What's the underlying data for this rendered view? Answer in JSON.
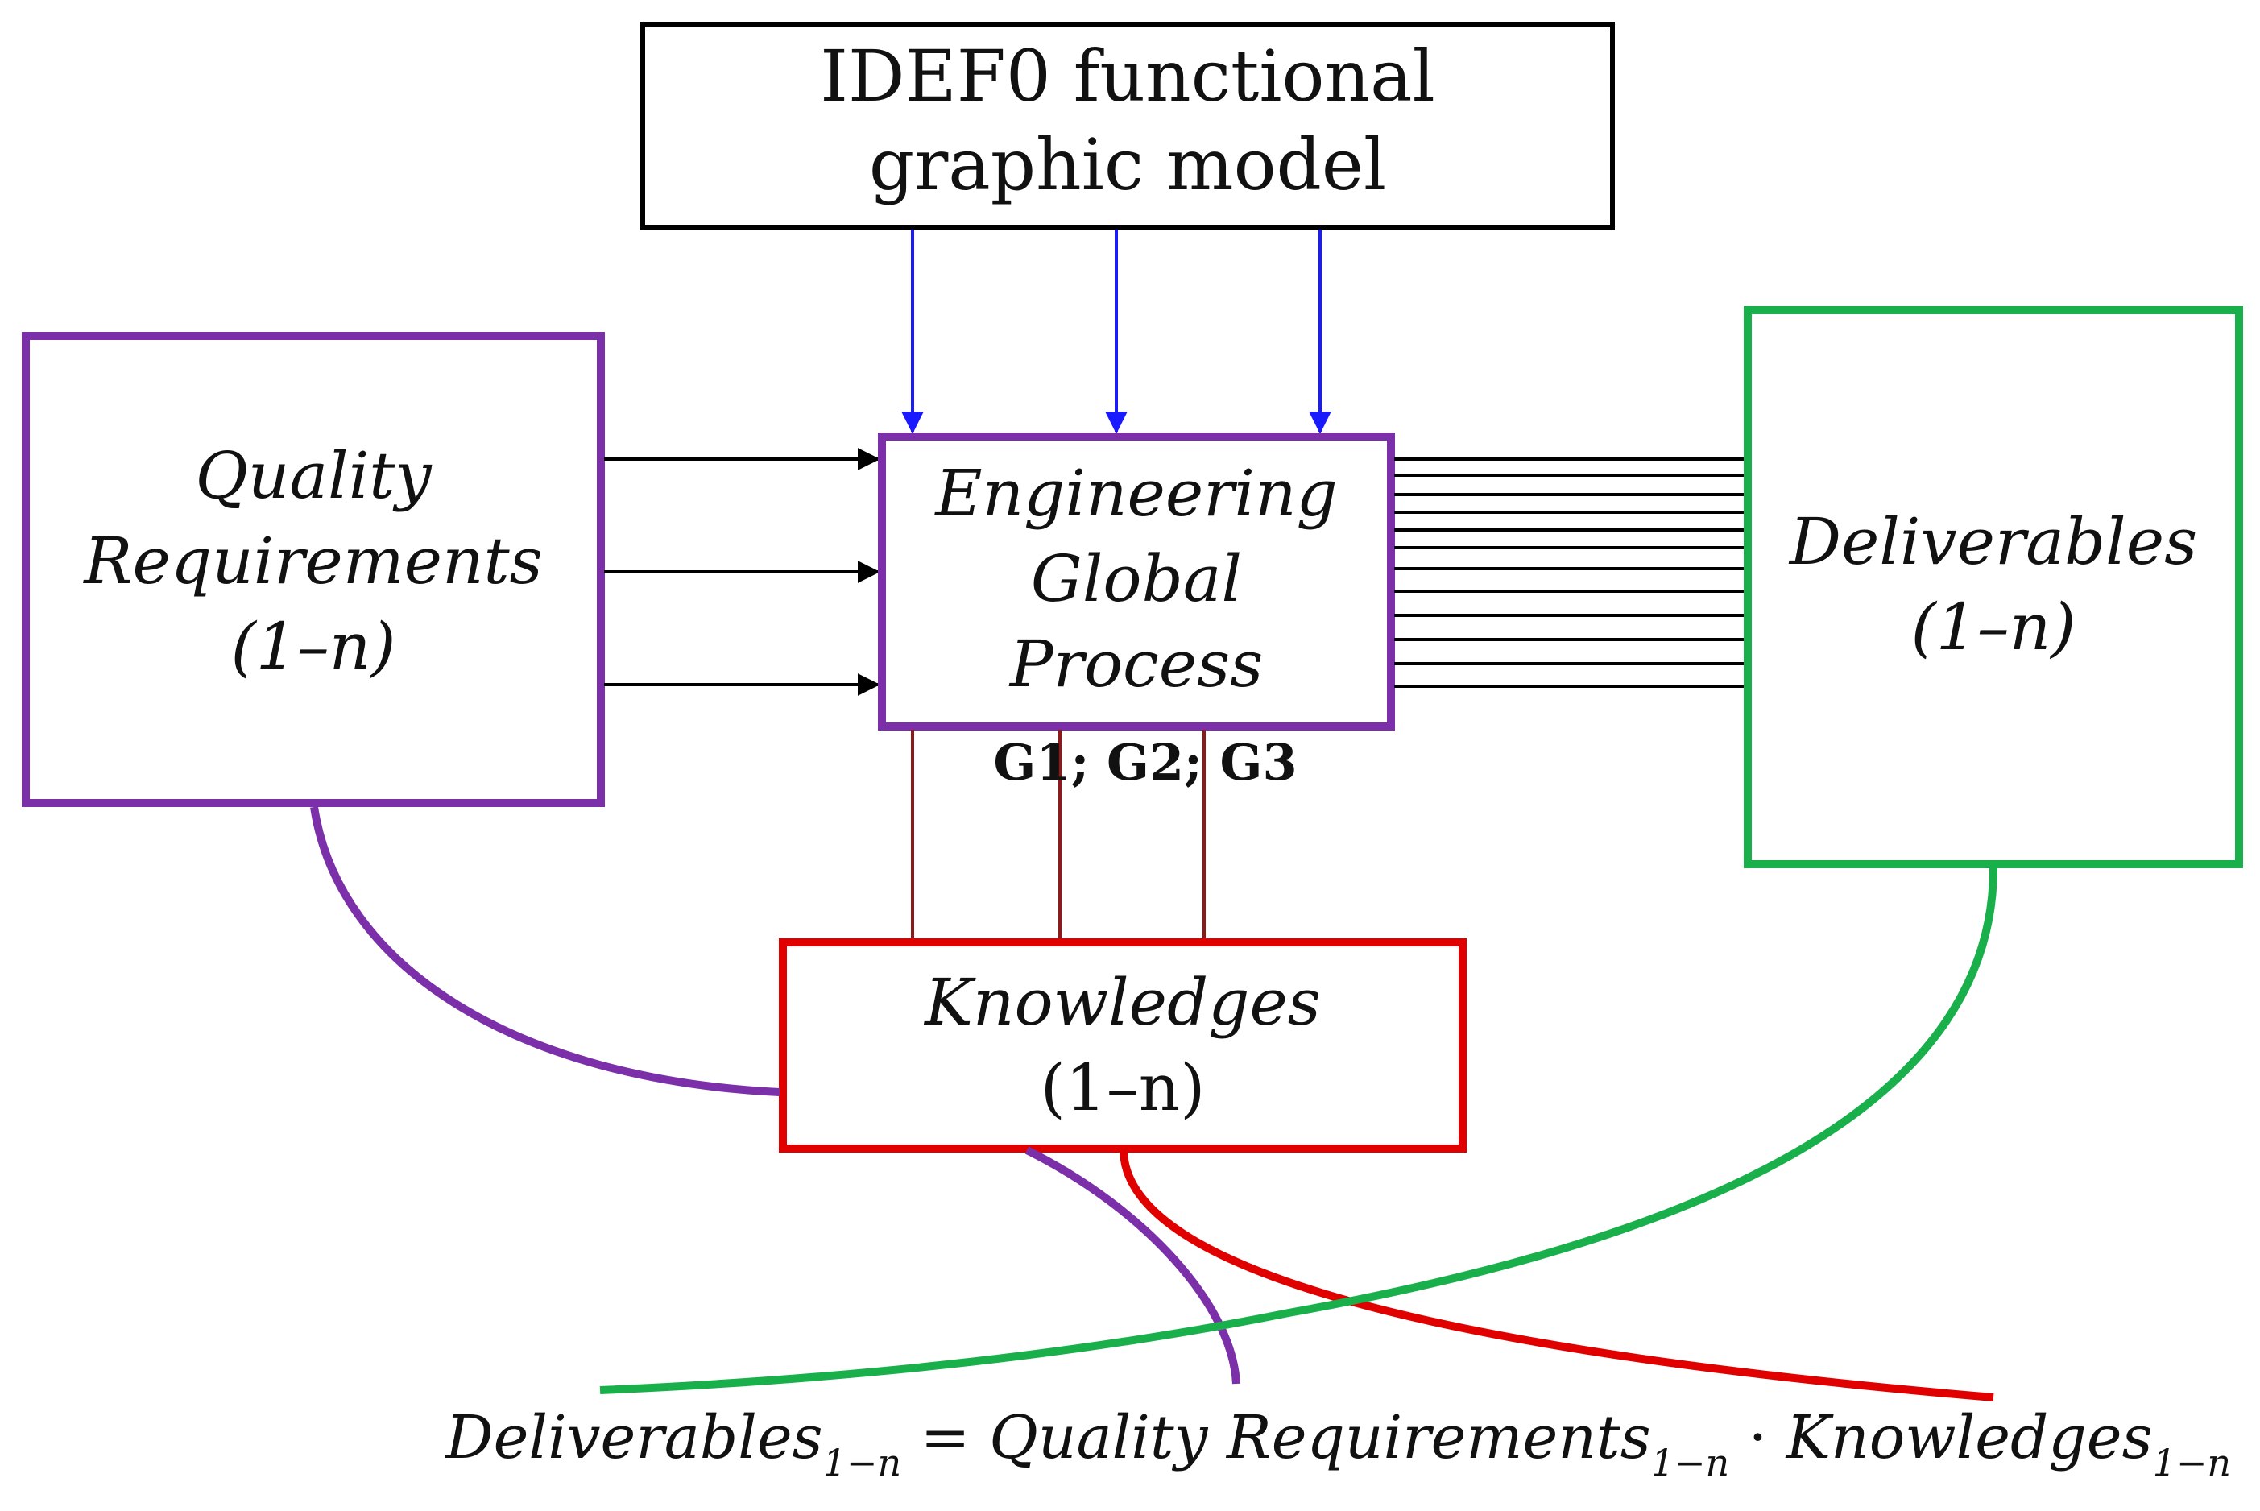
{
  "top_box": {
    "line1": "IDEF0 functional",
    "line2": "graphic model"
  },
  "quality_box": {
    "line1": "Quality",
    "line2": "Requirements",
    "line3": "(1–n)"
  },
  "process_box": {
    "line1": "Engineering",
    "line2": "Global",
    "line3": "Process"
  },
  "deliverables_box": {
    "line1": "Deliverables",
    "line2": "(1–n)"
  },
  "knowledges_box": {
    "line1": "Knowledges",
    "line2": "(1–n)"
  },
  "mechanism_label": "G1; G2; G3",
  "equation": {
    "lhs": "Deliverables",
    "lhs_sub": "1−n",
    "equals": "=",
    "term1": "Quality Requirements",
    "term1_sub": "1−n",
    "dot": "·",
    "term2": "Knowledges",
    "term2_sub": "1−n"
  },
  "colors": {
    "purple": "#7b2fa8",
    "green": "#19b04b",
    "red": "#e00000",
    "blue": "#1a1aff",
    "darkred": "#8b1a1a",
    "black": "#000000"
  }
}
